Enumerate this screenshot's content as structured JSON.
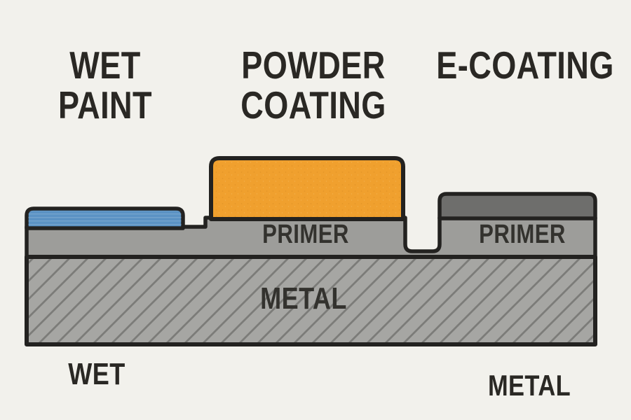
{
  "css_vars": {
    "bg": "#f2f1ec",
    "ink": "#2a2824",
    "label_ink": "#33322e",
    "outline": "#232220",
    "wet_paint": "#5b92c4",
    "powder": "#f0a02e",
    "ecoat": "#6e6e6c",
    "primer": "#9d9d9a",
    "metal": "#a6a6a3",
    "hatch": "#7c7c79"
  },
  "headings": [
    {
      "id": "wet-paint",
      "lines": [
        "WET",
        "PAINT"
      ]
    },
    {
      "id": "powder-coating",
      "lines": [
        "POWDER",
        "COATING"
      ]
    },
    {
      "id": "e-coating",
      "lines": [
        "E-COATING"
      ]
    }
  ],
  "diagram": {
    "labels": {
      "primer_powder": "PRIMER",
      "primer_ecoat": "PRIMER",
      "metal": "METAL"
    },
    "layer_colors": {
      "wet_paint_blue": "#5b92c4",
      "powder_orange": "#f0a02e",
      "ecoat_dark_gray": "#6e6e6c",
      "primer_gray": "#9d9d9a",
      "metal_gray": "#a6a6a3",
      "metal_hatch": "#7c7c79",
      "outline_black": "#232220"
    }
  },
  "captions": {
    "bottom_left": "WET",
    "bottom_right": "METAL"
  }
}
